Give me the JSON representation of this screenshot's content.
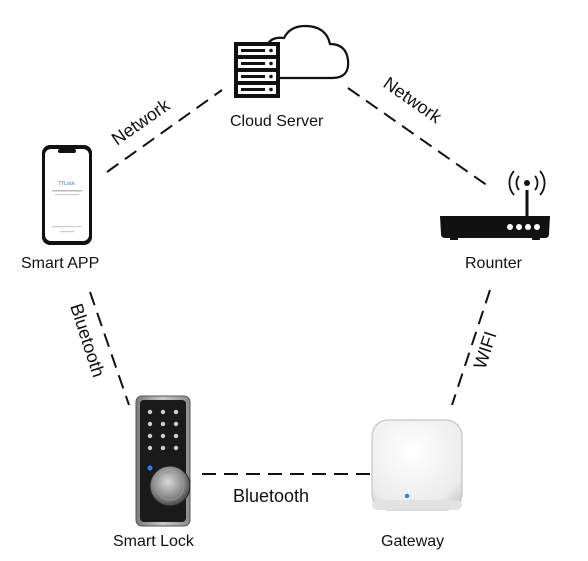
{
  "nodes": {
    "cloud_server": {
      "label": "Cloud Server",
      "icon": "cloud-server-icon"
    },
    "smart_app": {
      "label": "Smart APP",
      "icon": "smartphone-icon",
      "screen_title": "TTLock"
    },
    "router": {
      "label": "Rounter",
      "icon": "router-icon"
    },
    "smart_lock": {
      "label": "Smart Lock",
      "icon": "smart-lock-icon"
    },
    "gateway": {
      "label": "Gateway",
      "icon": "gateway-icon"
    }
  },
  "links": {
    "app_cloud": {
      "label": "Network"
    },
    "cloud_router": {
      "label": "Network"
    },
    "app_lock": {
      "label": "Bluetooth"
    },
    "router_gateway": {
      "label": "WIFI"
    },
    "lock_gateway": {
      "label": "Bluetooth"
    }
  },
  "colors": {
    "line": "#111111",
    "indicator": "#2f7bff",
    "device_dark": "#1a1a1a"
  }
}
